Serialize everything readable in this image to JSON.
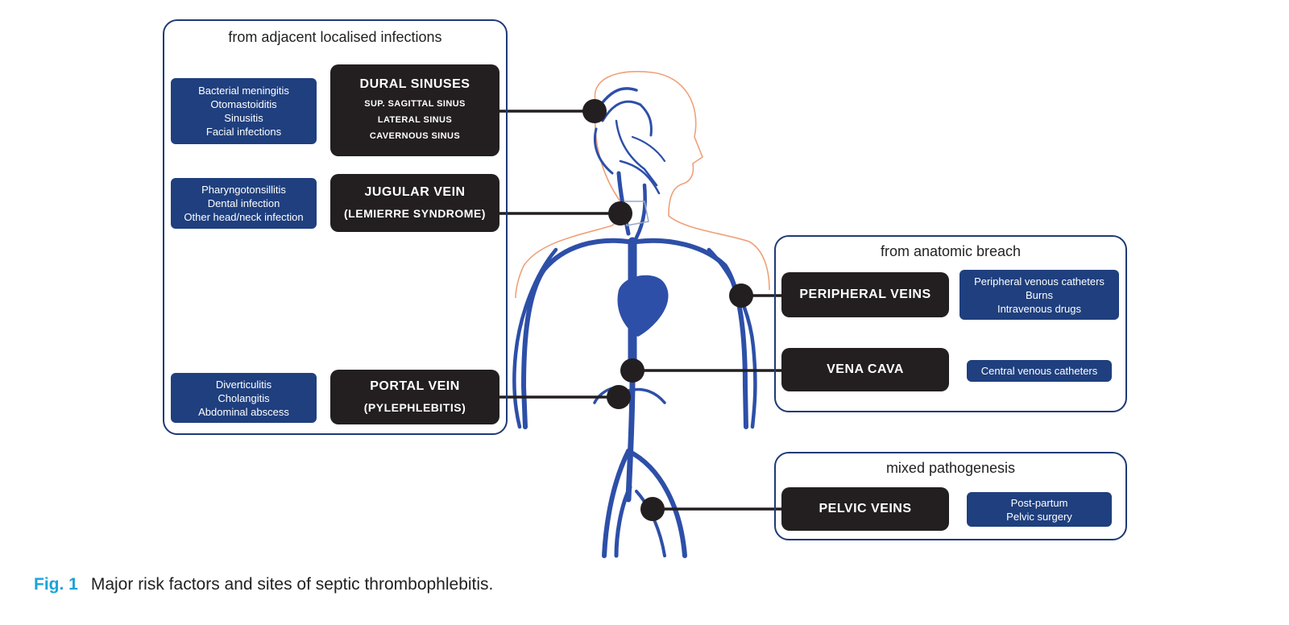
{
  "groups": {
    "adjacent": {
      "title": "from adjacent localised infections"
    },
    "breach": {
      "title": "from anatomic breach"
    },
    "mixed": {
      "title": "mixed pathogenesis"
    }
  },
  "sites": {
    "dural": {
      "title": "DURAL SINUSES",
      "sub": [
        "SUP. SAGITTAL SINUS",
        "LATERAL SINUS",
        "CAVERNOUS SINUS"
      ]
    },
    "jugular": {
      "title": "JUGULAR VEIN",
      "sub": [
        "(LEMIERRE SYNDROME)"
      ]
    },
    "portal": {
      "title": "PORTAL VEIN",
      "sub": [
        "(PYLEPHLEBITIS)"
      ]
    },
    "peripheral": {
      "title": "PERIPHERAL VEINS"
    },
    "vena_cava": {
      "title": "VENA CAVA"
    },
    "pelvic": {
      "title": "PELVIC VEINS"
    }
  },
  "causes": {
    "dural": [
      "Bacterial meningitis",
      "Otomastoiditis",
      "Sinusitis",
      "Facial infections"
    ],
    "jugular": [
      "Pharyngotonsillitis",
      "Dental infection",
      "Other head/neck infection"
    ],
    "portal": [
      "Diverticulitis",
      "Cholangitis",
      "Abdominal abscess"
    ],
    "peripheral": [
      "Peripheral venous catheters",
      "Burns",
      "Intravenous drugs"
    ],
    "vena_cava": [
      "Central venous catheters"
    ],
    "pelvic": [
      "Post-partum",
      "Pelvic surgery"
    ]
  },
  "caption": {
    "label": "Fig. 1",
    "text": "Major risk factors and sites of septic thrombophlebitis."
  },
  "colors": {
    "vein": "#2d4fa8",
    "skin_outline": "#f0a079",
    "frame": "#1f3a75",
    "site_box": "#231f20",
    "cause_box": "#1f3f7e",
    "caption_label": "#1ba3d9"
  }
}
